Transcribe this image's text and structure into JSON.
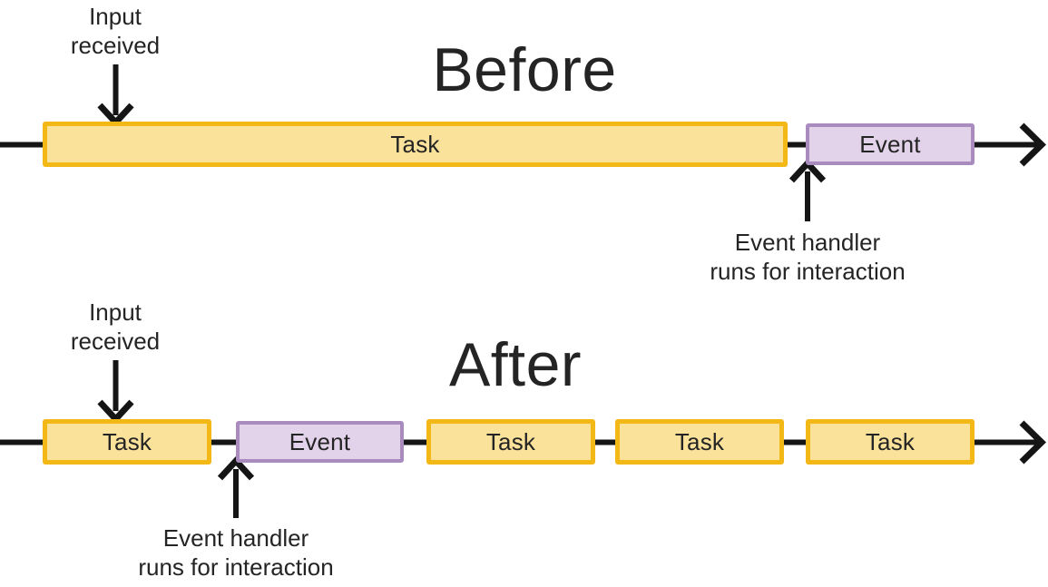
{
  "colors": {
    "task_fill": "#FBE29B",
    "task_border": "#F4B816",
    "event_fill": "#E2D3EA",
    "event_border": "#A98BBE",
    "line": "#151515",
    "text": "#242424"
  },
  "before": {
    "title": "Before",
    "input_annotation": {
      "line1": "Input",
      "line2": "received"
    },
    "timeline": [
      {
        "type": "task",
        "label": "Task"
      },
      {
        "type": "event",
        "label": "Event"
      }
    ],
    "handler_annotation": {
      "line1": "Event handler",
      "line2": "runs for interaction"
    }
  },
  "after": {
    "title": "After",
    "input_annotation": {
      "line1": "Input",
      "line2": "received"
    },
    "timeline": [
      {
        "type": "task",
        "label": "Task"
      },
      {
        "type": "event",
        "label": "Event"
      },
      {
        "type": "task",
        "label": "Task"
      },
      {
        "type": "task",
        "label": "Task"
      },
      {
        "type": "task",
        "label": "Task"
      }
    ],
    "handler_annotation": {
      "line1": "Event handler",
      "line2": "runs for interaction"
    }
  }
}
